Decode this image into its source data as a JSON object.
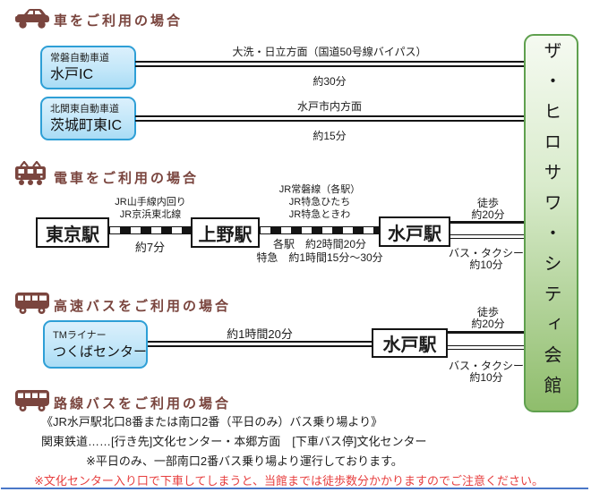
{
  "banner": {
    "text": "ザ・ヒロサワ・シティ会館"
  },
  "car": {
    "heading": "車をご利用の場合",
    "route1": {
      "from_line1": "常磐自動車道",
      "from_line2": "水戸IC",
      "via": "大洗・日立方面（国道50号線バイパス）",
      "time": "約30分"
    },
    "route2": {
      "from_line1": "北関東自動車道",
      "from_line2": "茨城町東IC",
      "via": "水戸市内方面",
      "time": "約15分"
    }
  },
  "train": {
    "heading": "電車をご利用の場合",
    "stations": [
      "東京駅",
      "上野駅",
      "水戸駅"
    ],
    "leg1": {
      "line1": "JR山手線内回り",
      "line2": "JR京浜東北線",
      "time": "約7分"
    },
    "leg2": {
      "line1": "JR常磐線（各駅）",
      "line2": "JR特急ひたち",
      "line3": "JR特急ときわ",
      "time1": "各駅　約2時間20分",
      "time2": "特急　約1時間15分～30分"
    },
    "walk_label": "徒歩",
    "walk_time": "約20分",
    "taxi_label": "バス・タクシー",
    "taxi_time": "約10分"
  },
  "highway_bus": {
    "heading": "高速バスをご利用の場合",
    "from_line1": "TMライナー",
    "from_line2": "つくばセンター",
    "time": "約1時間20分",
    "station": "水戸駅",
    "walk_label": "徒歩",
    "walk_time": "約20分",
    "taxi_label": "バス・タクシー",
    "taxi_time": "約10分"
  },
  "local_bus": {
    "heading": "路線バスをご利用の場合",
    "line1": "《JR水戸駅北口8番または南口2番（平日のみ）バス乗り場より》",
    "line2": "関東鉄道……[行き先]文化センター・本郷方面　[下車バス停]文化センター",
    "line3": "※平日のみ、一部南口2番バス乗り場より運行しております。",
    "line4": "※文化センター入り口で下車してしまうと、当館までは徒歩数分かかりますのでご注意ください。"
  },
  "colors": {
    "heading_brown": "#7a453e",
    "box_blue_border": "#2e9fd6",
    "banner_green_border": "#5fa04e",
    "notice_red": "#e73e3e",
    "divider_blue": "#4a77c8"
  }
}
